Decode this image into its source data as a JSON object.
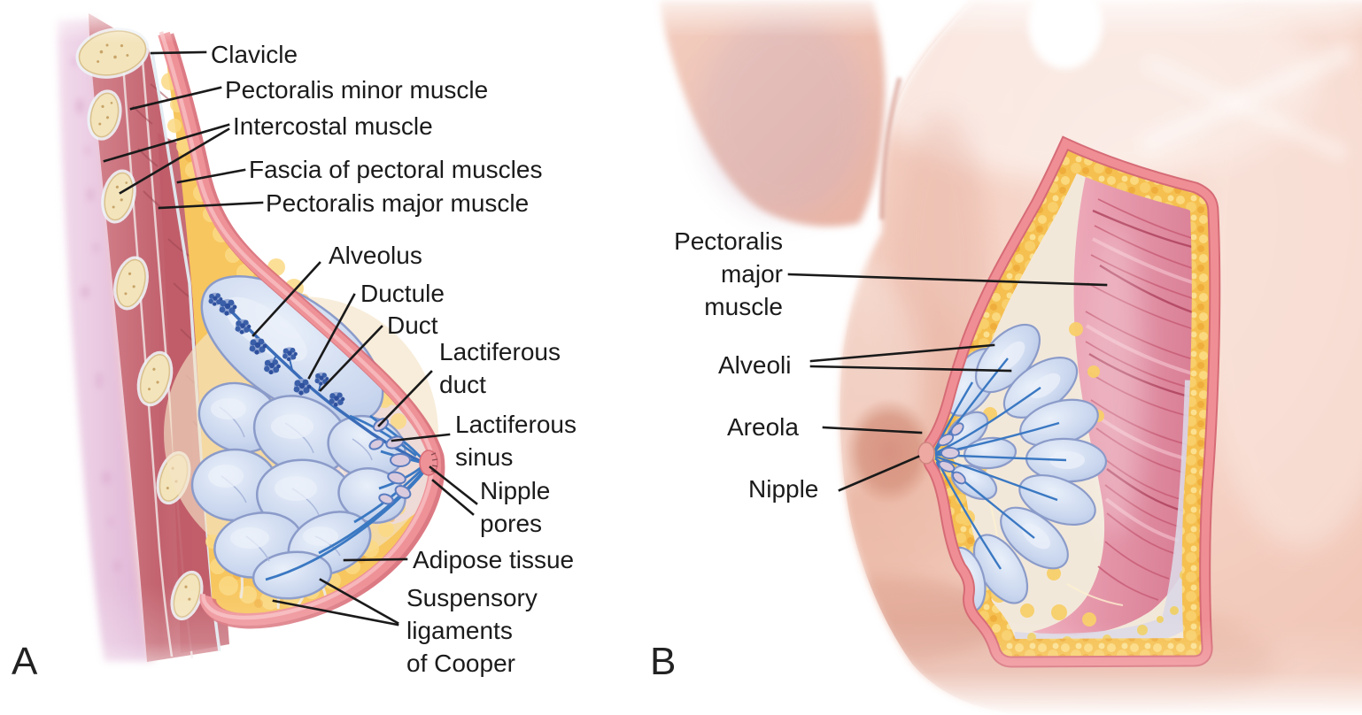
{
  "figure_type": "anatomical-diagram",
  "panel_a": {
    "letter": "A",
    "labels": {
      "clavicle": "Clavicle",
      "pectoralis_minor": "Pectoralis minor muscle",
      "intercostal": "Intercostal muscle",
      "fascia": "Fascia of pectoral muscles",
      "pectoralis_major": "Pectoralis major muscle",
      "alveolus": "Alveolus",
      "ductule": "Ductule",
      "duct": "Duct",
      "lactiferous_duct": "Lactiferous\nduct",
      "lactiferous_sinus": "Lactiferous\nsinus",
      "nipple_pores": "Nipple\npores",
      "adipose_tissue": "Adipose tissue",
      "suspensory_ligaments": "Suspensory\nligaments\nof Cooper"
    }
  },
  "panel_b": {
    "letter": "B",
    "labels": {
      "pectoralis_major": "Pectoralis\nmajor\nmuscle",
      "alveoli": "Alveoli",
      "areola": "Areola",
      "nipple": "Nipple"
    }
  },
  "colors": {
    "background": "#ffffff",
    "label_text": "#1b1b1b",
    "leader_line": "#1a1a1a",
    "skin": "#f2cabd",
    "cut_rim": "#ee8f95",
    "adipose_yellow": "#f6c35a",
    "muscle_pink": "#d87f95",
    "chest_wall_muscle": "#c05c68",
    "rib_bone": "#f3e4bb",
    "pleura_purple": "#ecc9e2",
    "gland_lobe_blue": "#c5d2ec",
    "gland_outline": "#8b9bc9",
    "duct_blue": "#3a78c2",
    "alveoli_blue": "#3a5ea8"
  }
}
